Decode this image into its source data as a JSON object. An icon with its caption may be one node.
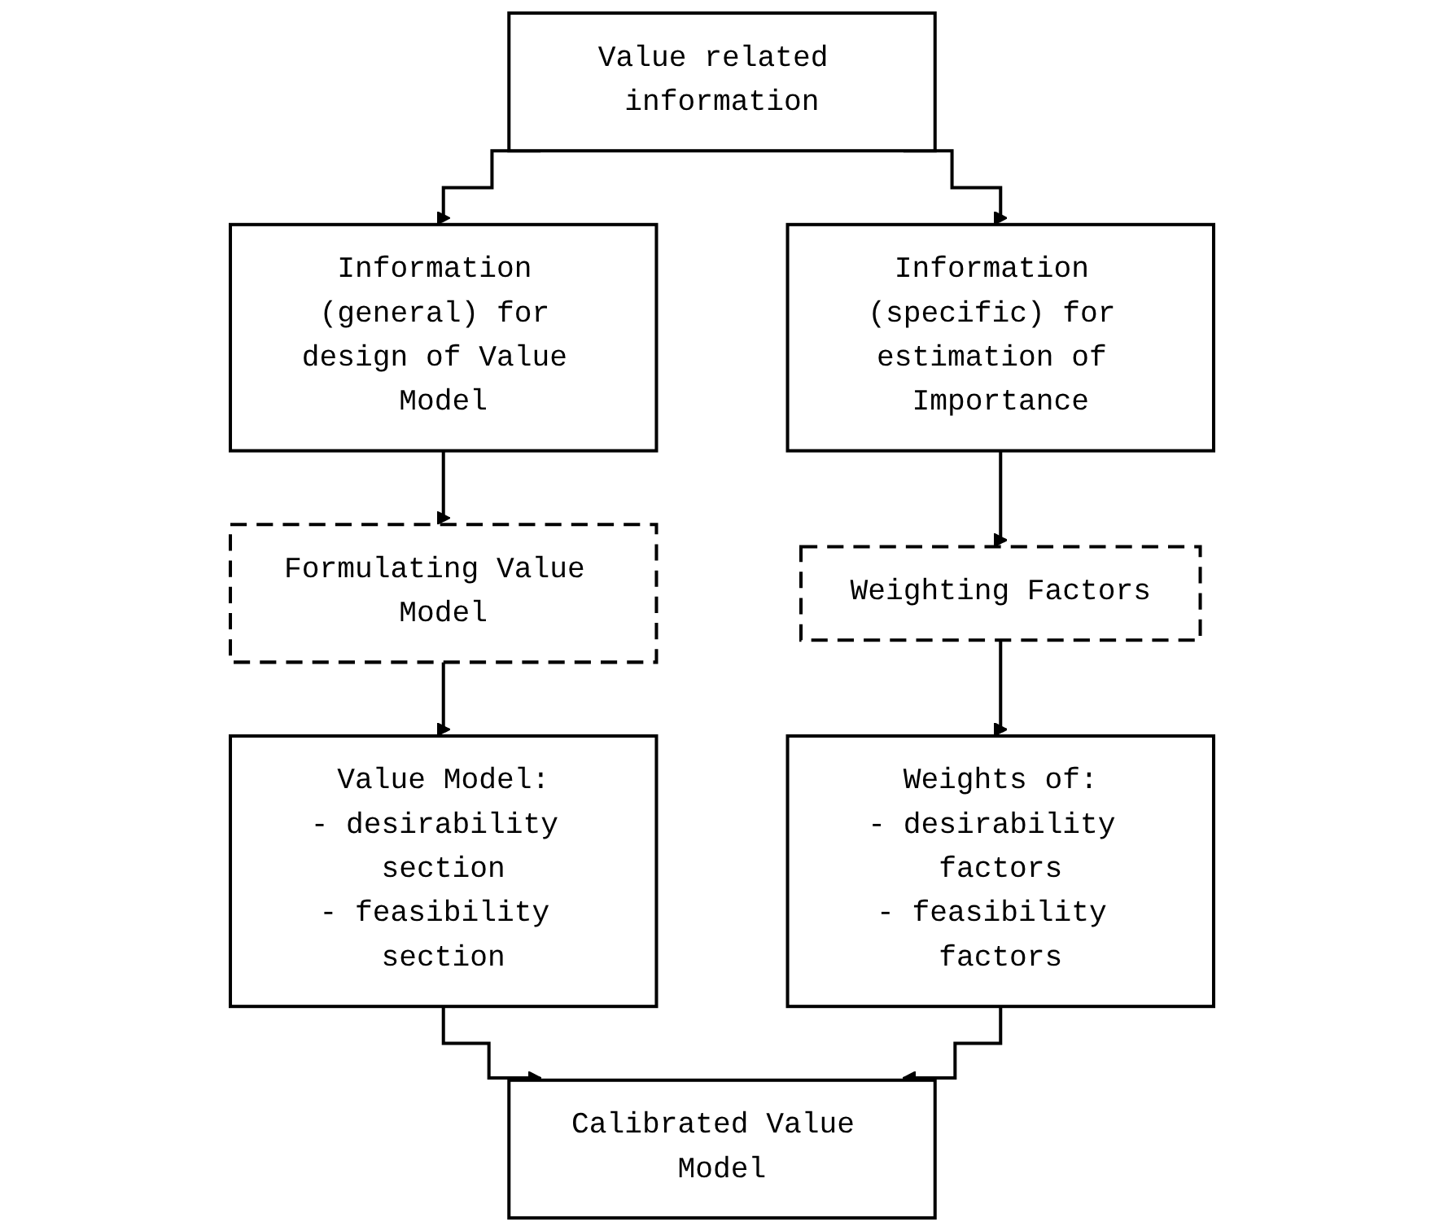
{
  "diagram": {
    "nodes": [
      {
        "text": [
          "Value related information"
        ]
      },
      {
        "text": [
          "Information (general) for design of Value Model"
        ]
      },
      {
        "text": [
          "Information (specific) for estimation of Importance"
        ]
      },
      {
        "text": [
          "Formulating Value Model"
        ]
      },
      {
        "text": [
          "Weighting Factors"
        ]
      },
      {
        "text": [
          "Value Model:",
          "- desirability section",
          "- feasibility section"
        ]
      },
      {
        "text": [
          "Weights of:",
          "- desirability factors",
          "- feasibility factors"
        ]
      },
      {
        "text": [
          "Calibrated Value Model"
        ]
      }
    ],
    "edges": [
      {
        "from": 0,
        "to": 1,
        "arrow": "to"
      },
      {
        "from": 0,
        "to": 2,
        "arrow": "to"
      },
      {
        "from": 1,
        "to": 3,
        "arrow": "to"
      },
      {
        "from": 2,
        "to": 4,
        "arrow": "to"
      },
      {
        "from": 3,
        "to": 5,
        "arrow": "to"
      },
      {
        "from": 4,
        "to": 6,
        "arrow": "to"
      },
      {
        "from": 5,
        "to": 7,
        "arrow": "to"
      },
      {
        "from": 6,
        "to": 7,
        "arrow": "to"
      }
    ]
  }
}
